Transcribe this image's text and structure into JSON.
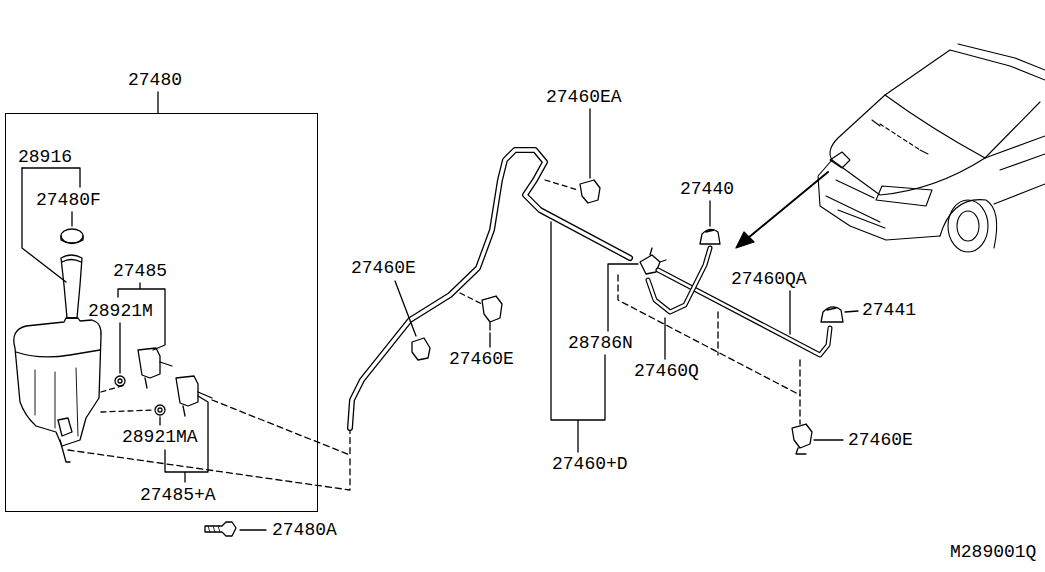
{
  "diagram": {
    "nodes": [
      {
        "text": [
          "27480"
        ]
      }
    ],
    "labels": [
      "28916",
      "27480F",
      "27485",
      "28921M",
      "28921MA",
      "27485+A",
      "27480A",
      "27460E",
      "27460EA",
      "27440",
      "27460E",
      "27460QA",
      "27441",
      "28786N",
      "27460Q",
      "27460E",
      "27460+D",
      "M289001Q"
    ]
  }
}
